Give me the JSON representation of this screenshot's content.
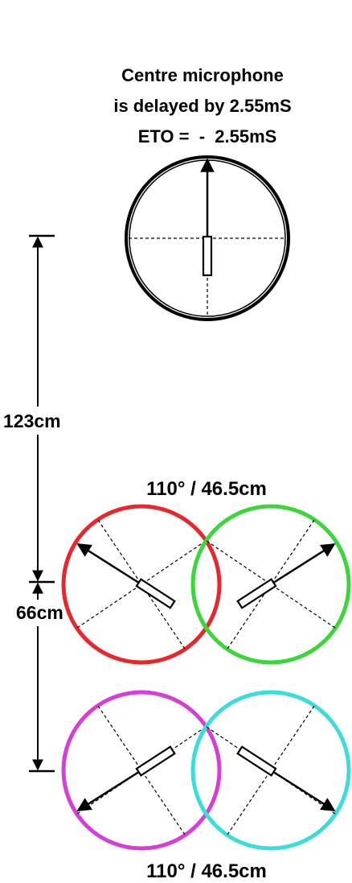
{
  "header": {
    "line1": "Centre microphone",
    "line2": "is delayed by 2.55mS",
    "line3": "ETO =  -  2.55mS"
  },
  "dimensions": {
    "vertical_upper": "123cm",
    "vertical_lower": "66cm"
  },
  "pairs": {
    "front_label": "110° / 46.5cm",
    "rear_label": "110° / 46.5cm"
  },
  "colors": {
    "centre": "#000000",
    "front_left": "#e8262b",
    "front_right": "#3ad63a",
    "rear_left": "#d63fd6",
    "rear_right": "#3ddcdc"
  }
}
